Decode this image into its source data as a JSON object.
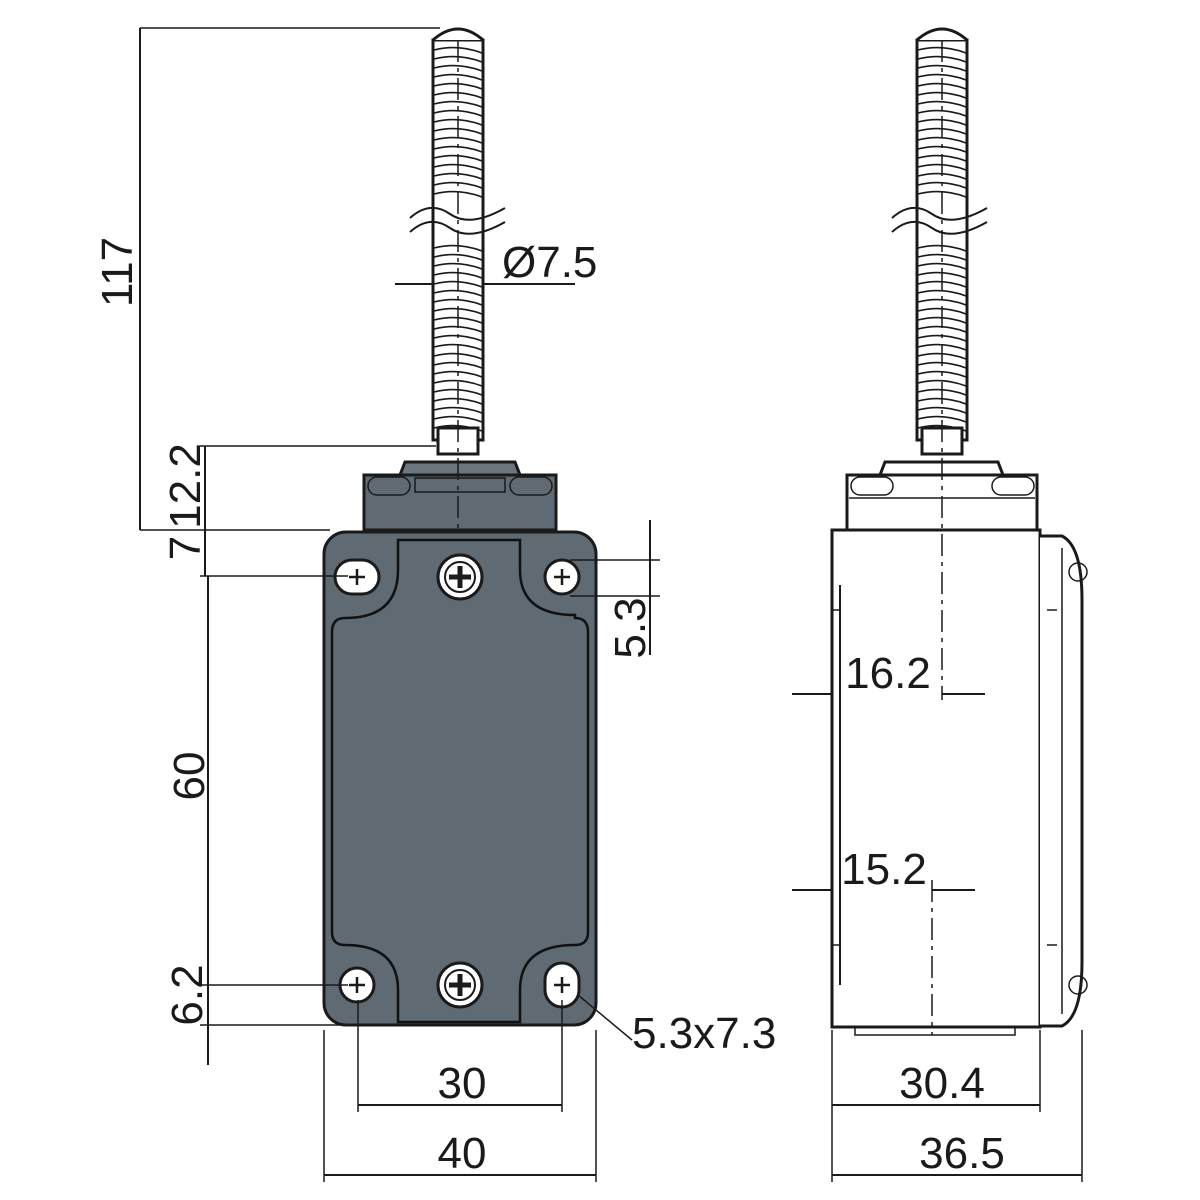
{
  "front_view": {
    "dimensions": {
      "rod_length": "117",
      "rod_diameter": "Ø7.5",
      "head_height": "12.2",
      "top_offset": "7",
      "hole_offset_top": "5.3",
      "hole_spacing_vertical": "60",
      "hole_offset_bottom": "6.2",
      "slot_size": "5.3x7.3",
      "hole_spacing_horizontal": "30",
      "body_width": "40"
    }
  },
  "side_view": {
    "dimensions": {
      "upper_depth": "16.2",
      "lower_depth": "15.2",
      "body_depth": "30.4",
      "overall_depth": "36.5"
    }
  },
  "colors": {
    "body_fill": "#5f6a73",
    "line": "#1a1a1a",
    "background": "#ffffff"
  }
}
